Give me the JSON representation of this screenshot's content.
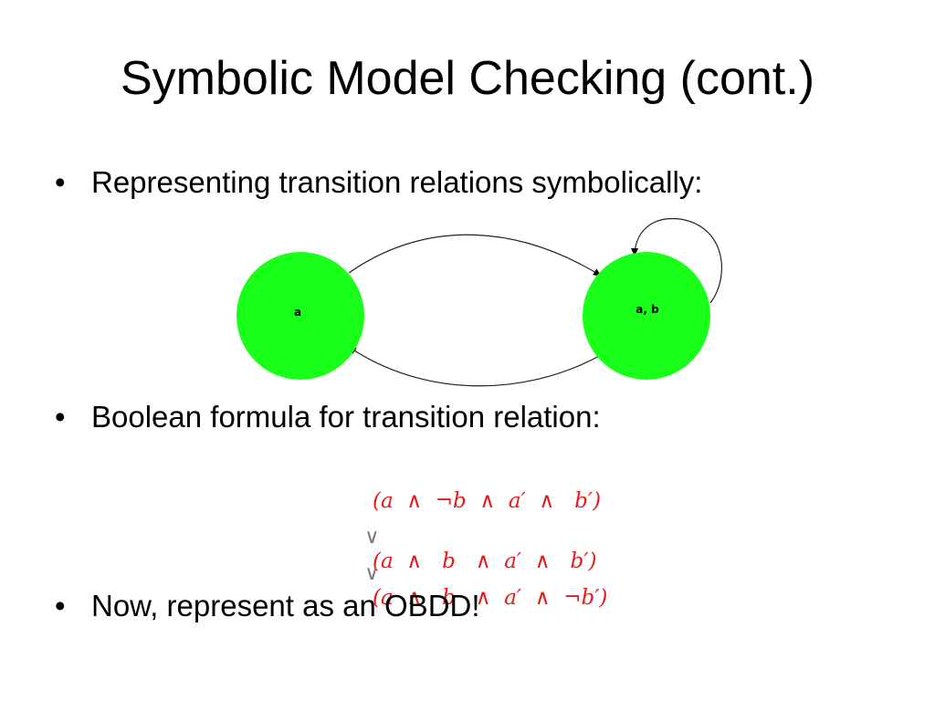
{
  "slide": {
    "title": "Symbolic Model Checking (cont.)",
    "bullets": [
      "Representing transition relations symbolically:",
      "Boolean formula for transition relation:",
      "Now, represent as an OBDD!"
    ],
    "bullet_marker": "•"
  },
  "diagram": {
    "nodes": [
      {
        "label": "a",
        "color": "#19ff19"
      },
      {
        "label": "a, b",
        "color": "#19ff19"
      }
    ],
    "edges": [
      {
        "from": "a",
        "to": "a, b"
      },
      {
        "from": "a, b",
        "to": "a"
      },
      {
        "from": "a, b",
        "to": "a, b"
      }
    ]
  },
  "formula": {
    "color": "#e8191a",
    "operator": "∨",
    "clauses": [
      "(a  ∧  ¬b  ∧  a′  ∧   b′)",
      "(a  ∧   b   ∧  a′  ∧   b′)",
      "(a  ∧   b   ∧  a′  ∧  ¬b′)"
    ]
  }
}
